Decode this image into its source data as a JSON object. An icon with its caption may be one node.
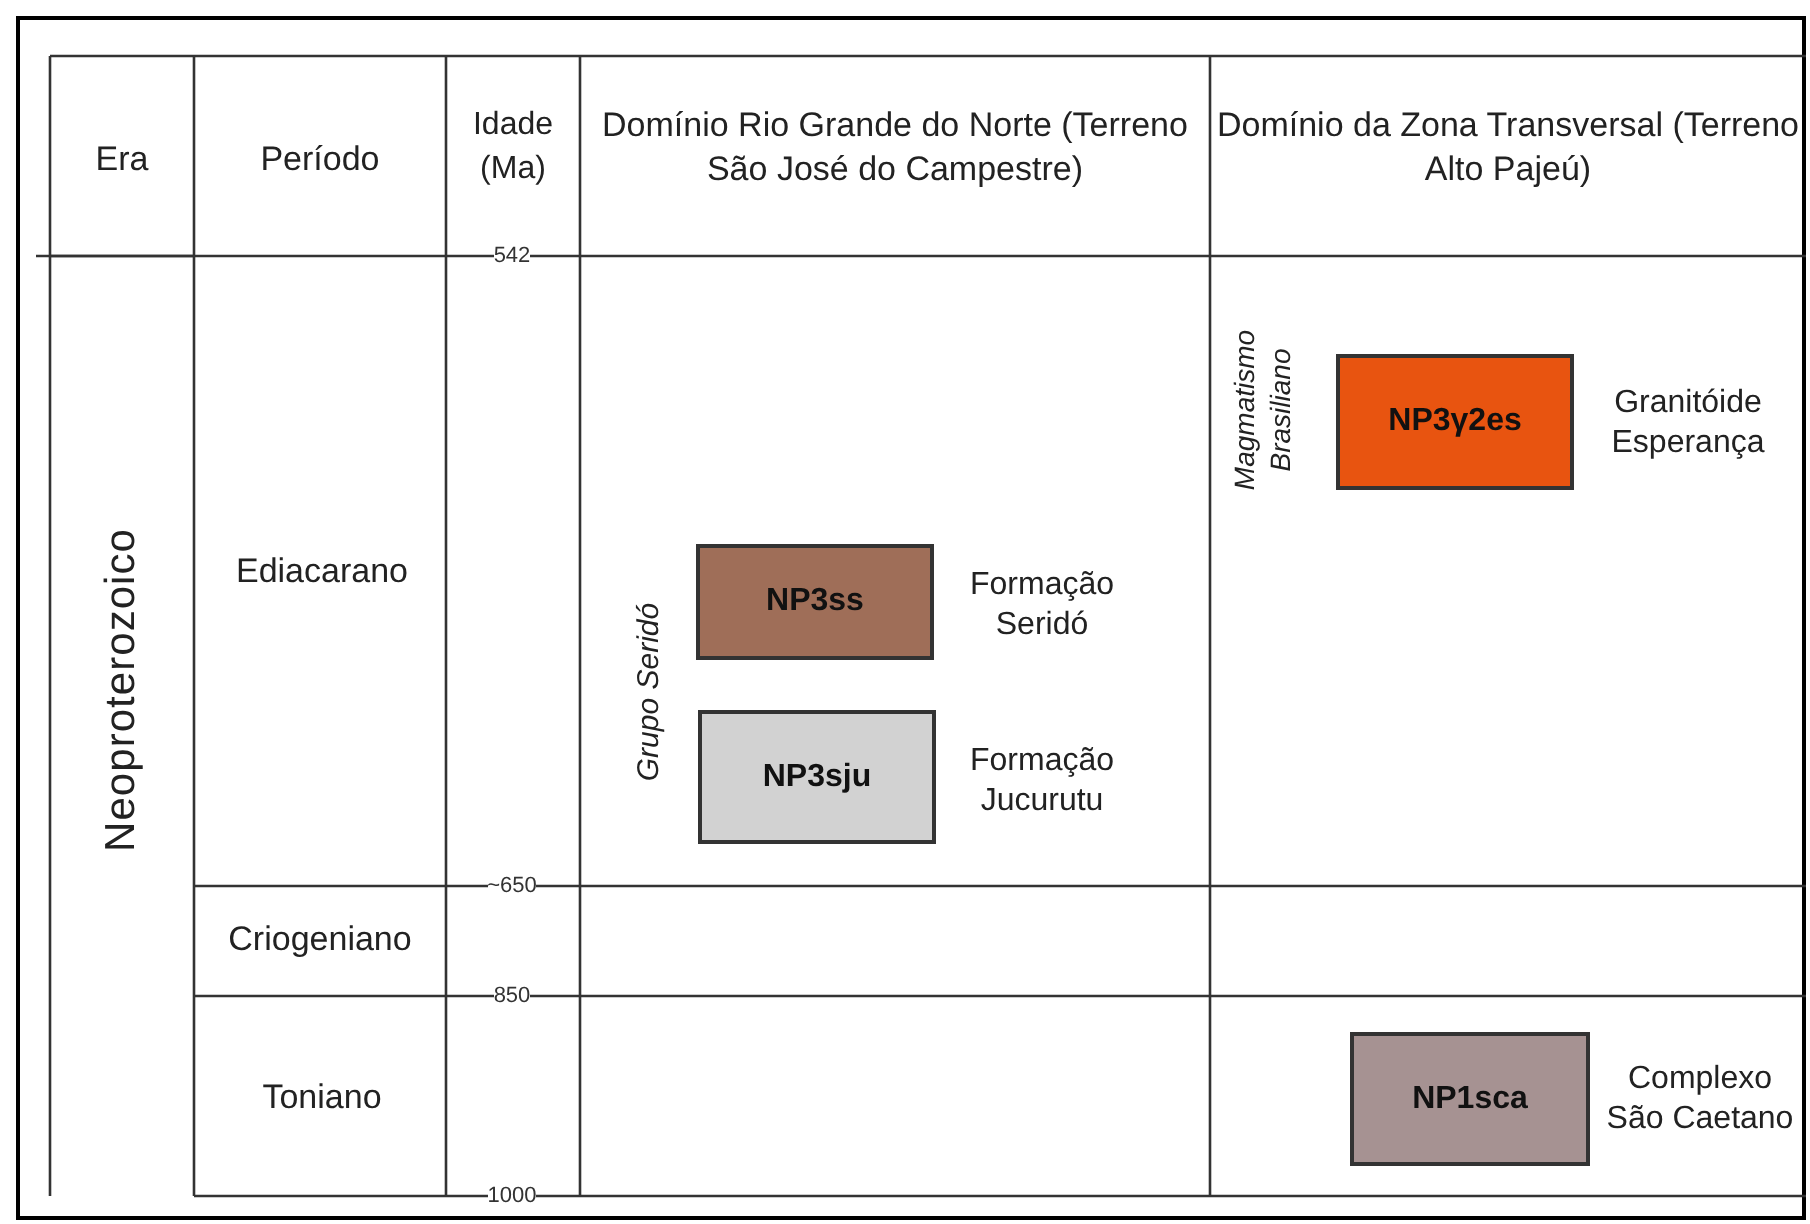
{
  "diagram": {
    "nodes": [
      {
        "text": [
          "NP3ss"
        ],
        "beside": [
          "Formação Seridó"
        ]
      },
      {
        "text": [
          "NP3sju"
        ],
        "beside": [
          "Formação Jucurutu"
        ]
      },
      {
        "text": [
          "NP3γ2es"
        ],
        "beside": [
          "Granitóide Esperança"
        ]
      },
      {
        "text": [
          "NP1sca"
        ],
        "beside": [
          "Complexo São Caetano"
        ]
      }
    ],
    "labels": [
      "Era",
      "Período",
      "Idade (Ma)",
      "Domínio Rio Grande do Norte (Terreno São José do Campestre)",
      "Domínio da Zona Transversal (Terreno Alto Pajeú)",
      "542",
      "Neoproterozoico",
      "Ediacarano",
      "Grupo Seridó",
      "Magmatismo Brasiliano",
      "~650",
      "Criogeniano",
      "850",
      "Toniano",
      "1000"
    ]
  }
}
